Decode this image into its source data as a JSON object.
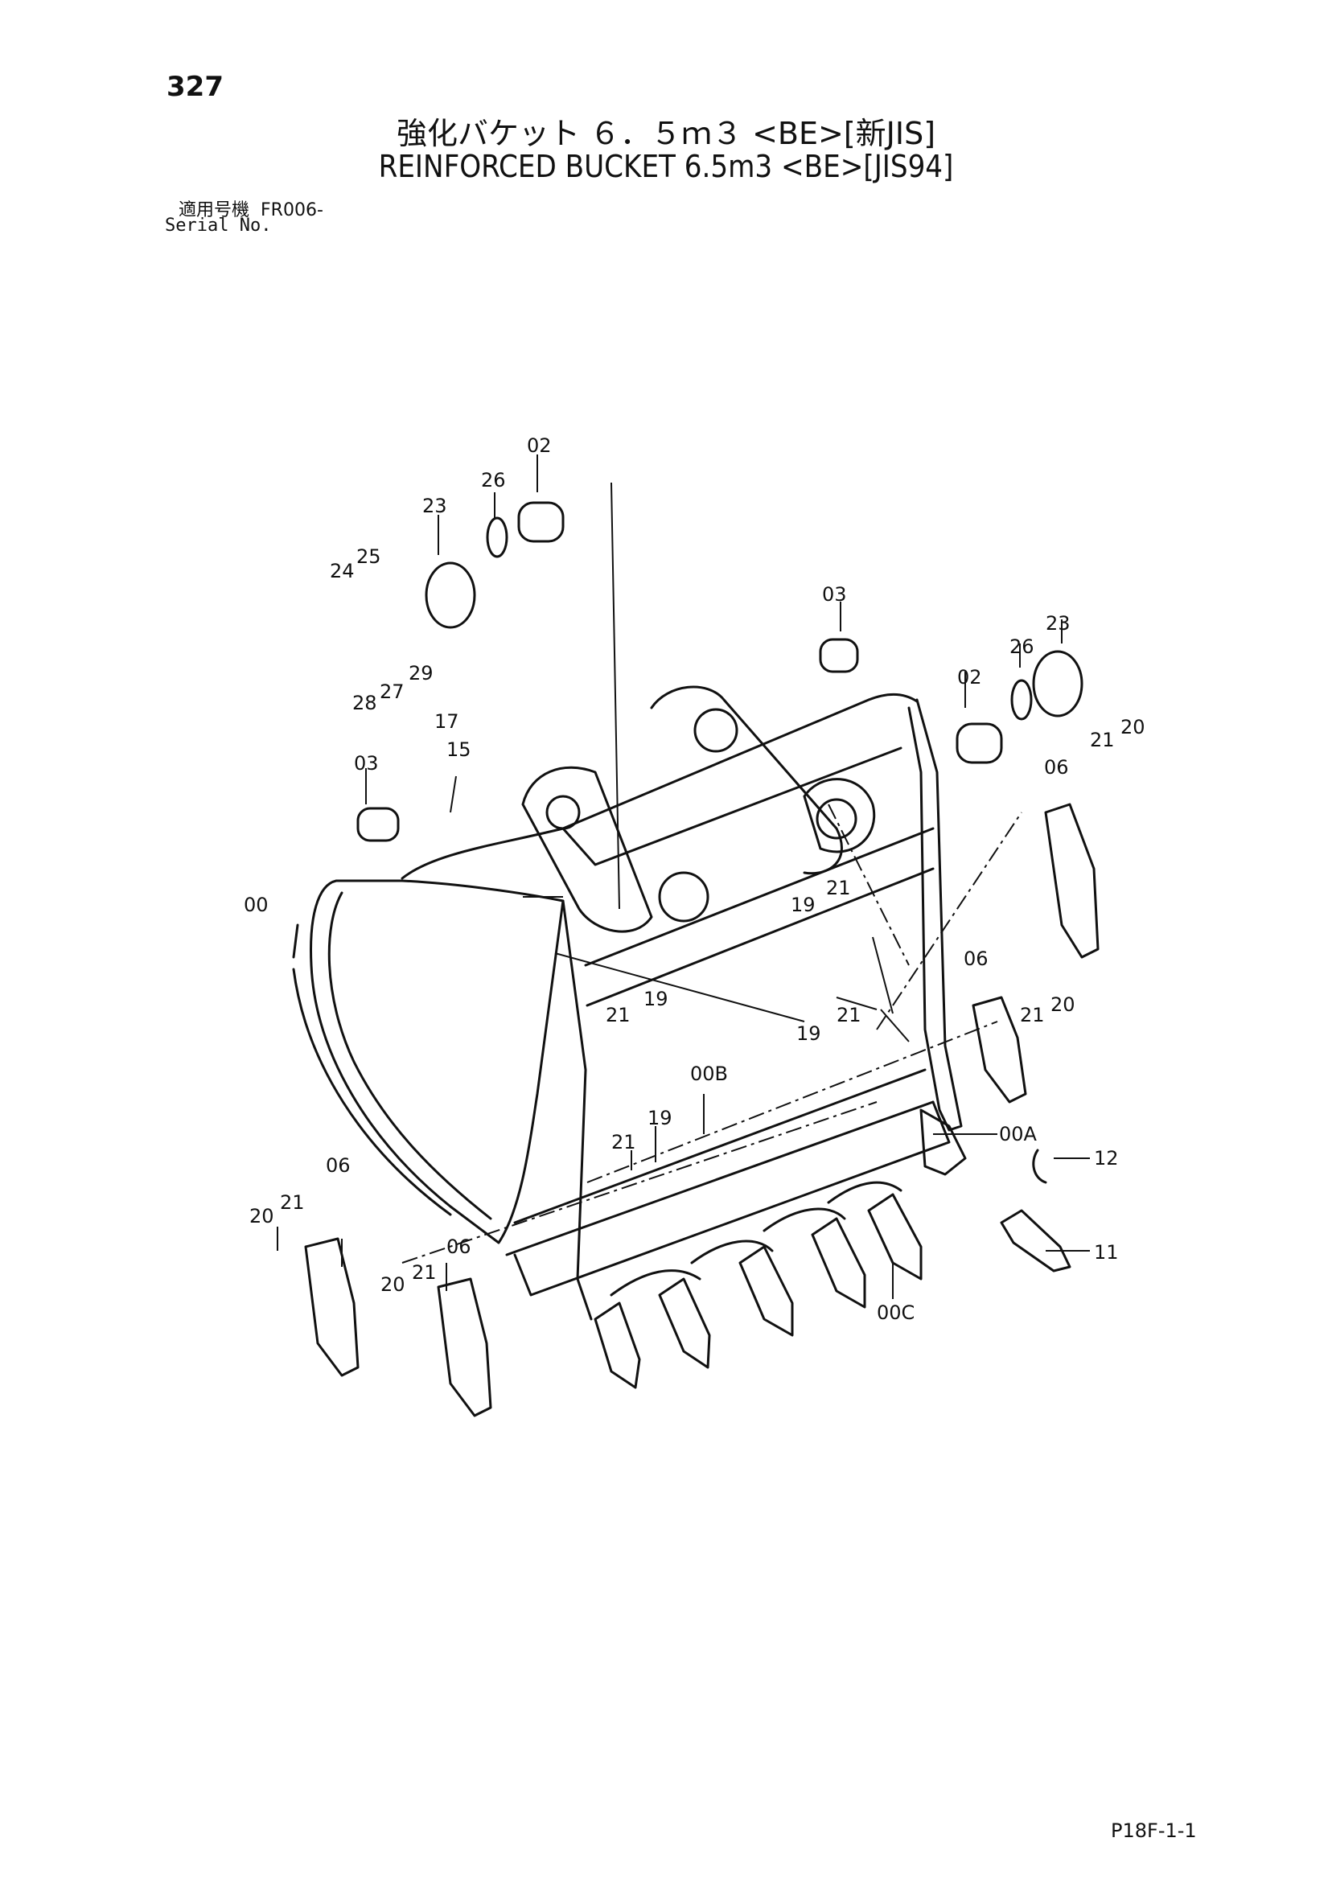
{
  "page_number": "327",
  "title_ja": "強化バケット ６．５ｍ３ <BE>[新JIS]",
  "title_en": "REINFORCED BUCKET 6.5m3 <BE>[JIS94]",
  "serial_ja_label": "適用号機",
  "serial_value": "FR006-",
  "serial_en_label": "Serial No.",
  "footer_code": "P18F-1-1",
  "callouts": [
    "02",
    "26",
    "23",
    "24",
    "25",
    "27",
    "28",
    "29",
    "03",
    "17",
    "15",
    "03",
    "23",
    "26",
    "02",
    "21",
    "20",
    "06",
    "00",
    "19",
    "21",
    "21",
    "19",
    "06",
    "21",
    "20",
    "19",
    "21",
    "00B",
    "00A",
    "12",
    "19",
    "21",
    "06",
    "20",
    "21",
    "06",
    "20",
    "21",
    "11",
    "00C"
  ]
}
